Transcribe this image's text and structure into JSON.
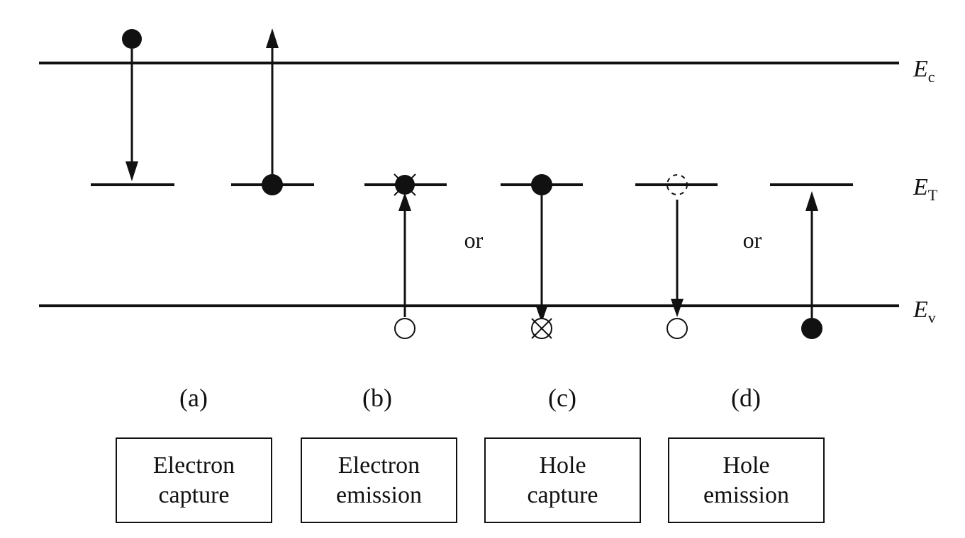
{
  "levels": {
    "conduction": {
      "symbol": "E",
      "subscript": "c"
    },
    "trap": {
      "symbol": "E",
      "subscript": "T"
    },
    "valence": {
      "symbol": "E",
      "subscript": "v"
    }
  },
  "connector": "or",
  "panels": [
    {
      "letter": "(a)",
      "caption_line1": "Electron",
      "caption_line2": "capture"
    },
    {
      "letter": "(b)",
      "caption_line1": "Electron",
      "caption_line2": "emission"
    },
    {
      "letter": "(c)",
      "caption_line1": "Hole",
      "caption_line2": "capture"
    },
    {
      "letter": "(d)",
      "caption_line1": "Hole",
      "caption_line2": "emission"
    }
  ]
}
